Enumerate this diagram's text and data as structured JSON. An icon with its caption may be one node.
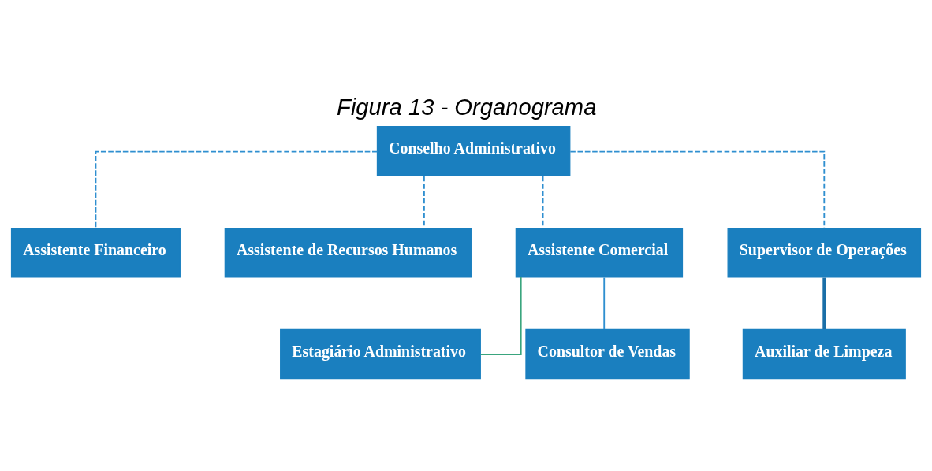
{
  "diagram": {
    "title": "Figura 13 - Organograma",
    "nodes": [
      {
        "text": [
          "Conselho Administrativo"
        ]
      },
      {
        "text": [
          "Assistente Financeiro"
        ]
      },
      {
        "text": [
          "Assistente de Recursos Humanos"
        ]
      },
      {
        "text": [
          "Assistente Comercial"
        ]
      },
      {
        "text": [
          "Supervisor de Operações"
        ]
      },
      {
        "text": [
          "Estagiário Administrativo"
        ]
      },
      {
        "text": [
          "Consultor de Vendas"
        ]
      },
      {
        "text": [
          "Auxiliar de Limpeza"
        ]
      }
    ],
    "edges": [
      {
        "from": 0,
        "to": 1,
        "arrow": "none",
        "style": "dashed"
      },
      {
        "from": 0,
        "to": 2,
        "arrow": "none",
        "style": "dashed"
      },
      {
        "from": 0,
        "to": 3,
        "arrow": "none",
        "style": "dashed"
      },
      {
        "from": 0,
        "to": 4,
        "arrow": "none",
        "style": "dashed"
      },
      {
        "from": 3,
        "to": 5,
        "arrow": "none",
        "color": "#3aa57e"
      },
      {
        "from": 3,
        "to": 6,
        "arrow": "none"
      },
      {
        "from": 4,
        "to": 7,
        "arrow": "none",
        "style": "thick"
      }
    ]
  }
}
